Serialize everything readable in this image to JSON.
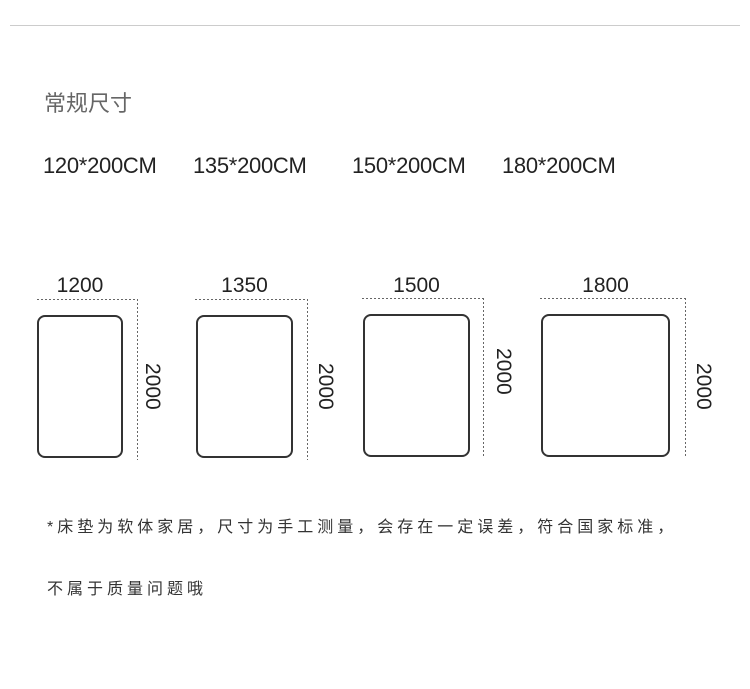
{
  "section_title": "常规尺寸",
  "sizes": [
    "120*200CM",
    "135*200CM",
    "150*200CM",
    "180*200CM"
  ],
  "diagrams": [
    {
      "width_label": "1200",
      "length_label": "2000"
    },
    {
      "width_label": "1350",
      "length_label": "2000"
    },
    {
      "width_label": "1500",
      "length_label": "2000"
    },
    {
      "width_label": "1800",
      "length_label": "2000"
    }
  ],
  "note": {
    "line1": "*床垫为软体家居，尺寸为手工测量，会存在一定误差，符合国家标准，",
    "line2": "不属于质量问题哦"
  },
  "colors": {
    "text": "#222222",
    "title": "#666666",
    "rect": "#333333",
    "dash": "#666666",
    "rule": "#cccccc",
    "note": "#333333",
    "bg": "#ffffff"
  }
}
